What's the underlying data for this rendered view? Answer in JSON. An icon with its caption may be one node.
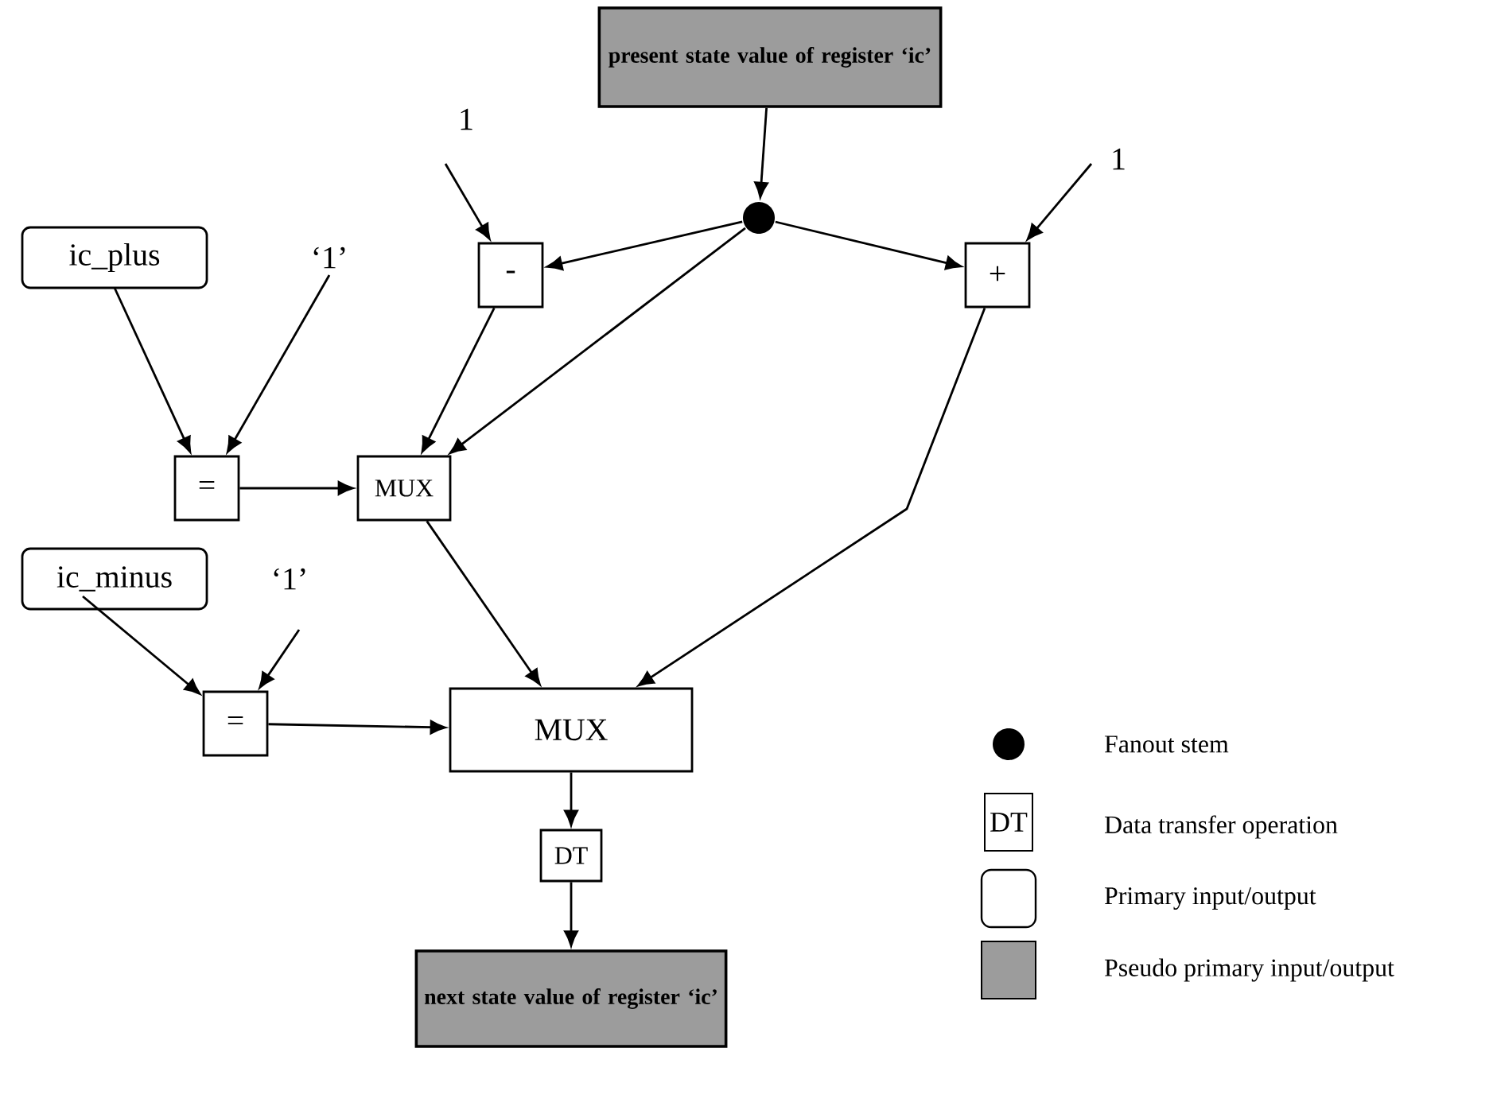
{
  "diagram": {
    "nodes": [
      {
        "text": [
          "present state value of register ‘ic’"
        ]
      },
      {
        "text": [
          "1"
        ]
      },
      {
        "text": [],
        "shape": "circle"
      },
      {
        "text": [
          "1"
        ]
      },
      {
        "text": [
          "-"
        ]
      },
      {
        "text": [
          "+"
        ]
      },
      {
        "text": [
          "ic_plus"
        ]
      },
      {
        "text": [
          "‘1’"
        ]
      },
      {
        "text": [
          "="
        ]
      },
      {
        "text": [
          "MUX"
        ]
      },
      {
        "text": [
          "ic_minus"
        ]
      },
      {
        "text": [
          "‘1’"
        ]
      },
      {
        "text": [
          "="
        ]
      },
      {
        "text": [
          "MUX"
        ]
      },
      {
        "text": [
          "DT"
        ]
      },
      {
        "text": [
          "next state value of register ‘ic’"
        ]
      }
    ],
    "edges": [
      {
        "from": 0,
        "to": 2,
        "arrow": "to"
      },
      {
        "from": 1,
        "to": 4,
        "arrow": "to"
      },
      {
        "from": 3,
        "to": 5,
        "arrow": "to"
      },
      {
        "from": 2,
        "to": 4,
        "arrow": "to"
      },
      {
        "from": 2,
        "to": 5,
        "arrow": "to"
      },
      {
        "from": 2,
        "to": 9,
        "arrow": "to"
      },
      {
        "from": 4,
        "to": 9,
        "arrow": "to"
      },
      {
        "from": 5,
        "to": 13,
        "arrow": "to"
      },
      {
        "from": 6,
        "to": 8,
        "arrow": "to"
      },
      {
        "from": 7,
        "to": 8,
        "arrow": "to"
      },
      {
        "from": 8,
        "to": 9,
        "arrow": "to"
      },
      {
        "from": 9,
        "to": 13,
        "arrow": "to"
      },
      {
        "from": 10,
        "to": 12,
        "arrow": "to"
      },
      {
        "from": 11,
        "to": 12,
        "arrow": "to"
      },
      {
        "from": 12,
        "to": 13,
        "arrow": "to"
      },
      {
        "from": 13,
        "to": 14,
        "arrow": "to"
      },
      {
        "from": 14,
        "to": 15,
        "arrow": "to"
      }
    ],
    "labels": [
      "DT"
    ],
    "legend": [
      {
        "text": "Fanout stem"
      },
      {
        "text": "Data transfer operation"
      },
      {
        "text": "Primary input/output"
      },
      {
        "text": "Pseudo primary input/output",
        "color": "#9c9c9c"
      }
    ]
  }
}
